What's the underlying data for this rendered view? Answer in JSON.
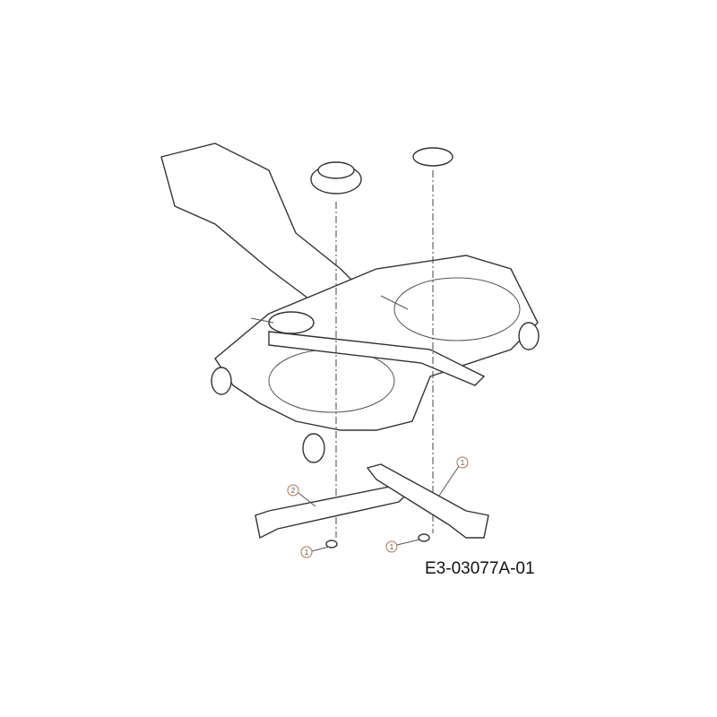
{
  "diagram": {
    "reference_code": "E3-03077A-01",
    "callouts": [
      "1",
      "2",
      "1",
      "1"
    ],
    "callout_color": "#b07050"
  }
}
